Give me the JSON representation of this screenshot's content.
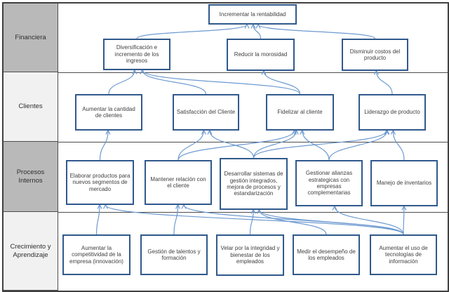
{
  "colors": {
    "box_border": "#30598C",
    "arrow": "#6D9AD0",
    "row_shade_dark": "#B9B9B9",
    "row_shade_light": "#F1F1F1",
    "grid_line": "#4D4D4D",
    "text": "#3F3F3F"
  },
  "rows": [
    {
      "id": "financiera",
      "label": "Financiera"
    },
    {
      "id": "clientes",
      "label": "Clientes"
    },
    {
      "id": "procesos",
      "label": "Procesos Internos"
    },
    {
      "id": "crecimiento",
      "label": "Crecimiento y Aprendizaje"
    }
  ],
  "nodes": [
    {
      "id": "rentabilidad",
      "row": "financiera",
      "label": "Incrementar la rentabilidad"
    },
    {
      "id": "diversificacion",
      "row": "financiera",
      "label": "Diversificación e incremento de los ingresos"
    },
    {
      "id": "morosidad",
      "row": "financiera",
      "label": "Reducir la morosidad"
    },
    {
      "id": "costos",
      "row": "financiera",
      "label": "Disminuir costos del producto"
    },
    {
      "id": "cantidad_clientes",
      "row": "clientes",
      "label": "Aumentar la cantidad de clientes"
    },
    {
      "id": "satisfaccion",
      "row": "clientes",
      "label": "Satisfacción del Cliente"
    },
    {
      "id": "fidelizar",
      "row": "clientes",
      "label": "Fidelizar al cliente"
    },
    {
      "id": "liderazgo",
      "row": "clientes",
      "label": "Liderazgo de producto"
    },
    {
      "id": "elaborar",
      "row": "procesos",
      "label": "Elaborar productos para nuevos segmentos de mercado"
    },
    {
      "id": "mantener",
      "row": "procesos",
      "label": "Mantener relación con el cliente"
    },
    {
      "id": "desarrollar",
      "row": "procesos",
      "label": "Desarrollar sistemas de gestión integrados, mejora de procesos y estandarización"
    },
    {
      "id": "alianzas",
      "row": "procesos",
      "label": "Gestionar alianzas estrategicas con empresas complementarias"
    },
    {
      "id": "inventarios",
      "row": "procesos",
      "label": "Manejo de inventarios"
    },
    {
      "id": "competitividad",
      "row": "crecimiento",
      "label": "Aumentar la competitividad de la empresa (innovación)"
    },
    {
      "id": "talentos",
      "row": "crecimiento",
      "label": "Gestión de talentos y formación"
    },
    {
      "id": "velar",
      "row": "crecimiento",
      "label": "Velar por la integridad y bienestar de los empleados"
    },
    {
      "id": "desempeno",
      "row": "crecimiento",
      "label": "Medir el desempeño de los empleados"
    },
    {
      "id": "tecnologias",
      "row": "crecimiento",
      "label": "Aumentar el uso de tecnologías de información"
    }
  ],
  "edges": [
    {
      "from": "diversificacion",
      "to": "rentabilidad"
    },
    {
      "from": "morosidad",
      "to": "rentabilidad"
    },
    {
      "from": "costos",
      "to": "rentabilidad"
    },
    {
      "from": "cantidad_clientes",
      "to": "diversificacion"
    },
    {
      "from": "satisfaccion",
      "to": "diversificacion"
    },
    {
      "from": "fidelizar",
      "to": "diversificacion"
    },
    {
      "from": "fidelizar",
      "to": "morosidad"
    },
    {
      "from": "liderazgo",
      "to": "costos"
    },
    {
      "from": "elaborar",
      "to": "cantidad_clientes"
    },
    {
      "from": "mantener",
      "to": "satisfaccion"
    },
    {
      "from": "mantener",
      "to": "fidelizar"
    },
    {
      "from": "desarrollar",
      "to": "satisfaccion"
    },
    {
      "from": "desarrollar",
      "to": "fidelizar"
    },
    {
      "from": "desarrollar",
      "to": "liderazgo"
    },
    {
      "from": "alianzas",
      "to": "fidelizar"
    },
    {
      "from": "alianzas",
      "to": "liderazgo"
    },
    {
      "from": "inventarios",
      "to": "liderazgo"
    },
    {
      "from": "competitividad",
      "to": "elaborar"
    },
    {
      "from": "talentos",
      "to": "mantener"
    },
    {
      "from": "velar",
      "to": "desarrollar"
    },
    {
      "from": "desempeno",
      "to": "desarrollar"
    },
    {
      "from": "tecnologias",
      "to": "elaborar"
    },
    {
      "from": "tecnologias",
      "to": "mantener"
    },
    {
      "from": "tecnologias",
      "to": "desarrollar"
    },
    {
      "from": "tecnologias",
      "to": "alianzas"
    },
    {
      "from": "tecnologias",
      "to": "inventarios"
    }
  ]
}
